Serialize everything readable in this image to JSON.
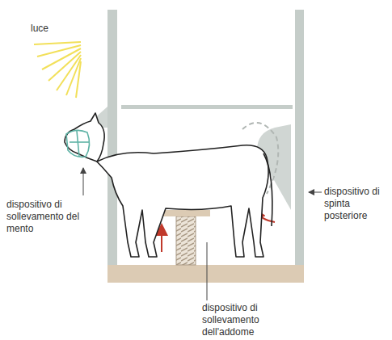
{
  "diagram": {
    "labels": [
      "luce",
      "dispositivo di sollevamento del mento",
      "dispositivo di spinta posteriore",
      "dispositivo di sollevamento dell'addome"
    ]
  }
}
